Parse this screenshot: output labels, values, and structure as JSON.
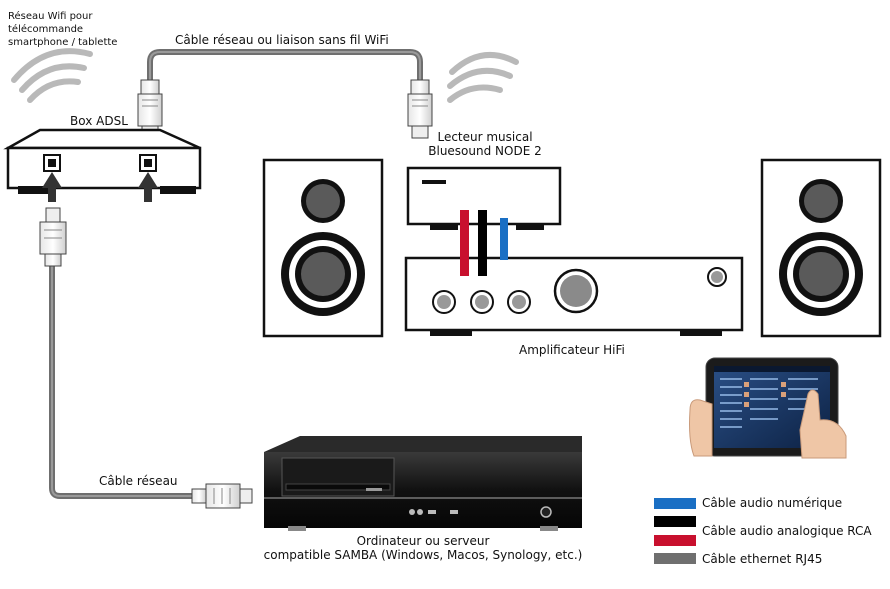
{
  "labels": {
    "wifi_network": [
      "Réseau Wifi pour",
      "télécommande",
      "smartphone / tablette"
    ],
    "box_adsl": "Box ADSL",
    "network_or_wifi": "Câble réseau ou liaison sans fil WiFi",
    "player": [
      "Lecteur musical",
      "Bluesound NODE 2"
    ],
    "amplifier": "Amplificateur HiFi",
    "network_cable": "Câble réseau",
    "computer": [
      "Ordinateur ou serveur",
      "compatible SAMBA (Windows, Macos, Synology, etc.)"
    ]
  },
  "legend": [
    {
      "label": "Câble audio numérique",
      "colors": [
        "#1a6fc4"
      ]
    },
    {
      "label": "Câble audio analogique RCA",
      "colors": [
        "#000000",
        "#c8102e"
      ]
    },
    {
      "label": "Câble ethernet RJ45",
      "colors": [
        "#6f6f6f"
      ]
    }
  ],
  "colors": {
    "digital": "#1a6fc4",
    "rca_black": "#000000",
    "rca_red": "#c8102e",
    "ethernet": "#6f6f6f"
  }
}
